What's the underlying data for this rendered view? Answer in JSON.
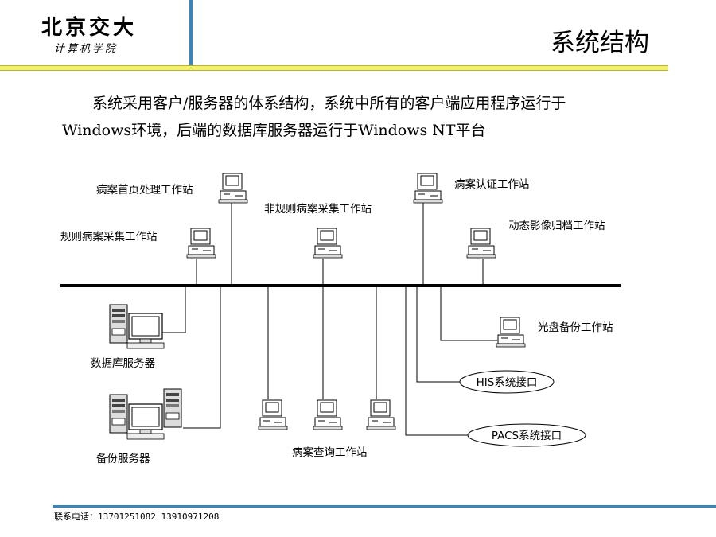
{
  "header": {
    "logo_main": "北京交大",
    "logo_sub": "计算机学院",
    "title": "系统结构"
  },
  "intro": {
    "paragraph": "系统采用客户/服务器的体系结构，系统中所有的客户端应用程序运行于Windows环境，后端的数据库服务器运行于Windows NT平台"
  },
  "diagram": {
    "workstations": [
      {
        "label": "病案首页处理工作站"
      },
      {
        "label": "规则病案采集工作站"
      },
      {
        "label": "非规则病案采集工作站"
      },
      {
        "label": "病案认证工作站"
      },
      {
        "label": "动态影像归档工作站"
      },
      {
        "label": "光盘备份工作站"
      },
      {
        "label": "病案查询工作站"
      }
    ],
    "servers": [
      {
        "label": "数据库服务器"
      },
      {
        "label": "备份服务器"
      }
    ],
    "interfaces": [
      {
        "label": "HIS系统接口"
      },
      {
        "label": "PACS系统接口"
      }
    ]
  },
  "footer": {
    "label": "联系电话：",
    "phones": "13701251082 13910971208"
  },
  "colors": {
    "accent_blue": "#3a86b8",
    "accent_yellow": "#f2ef6a"
  }
}
